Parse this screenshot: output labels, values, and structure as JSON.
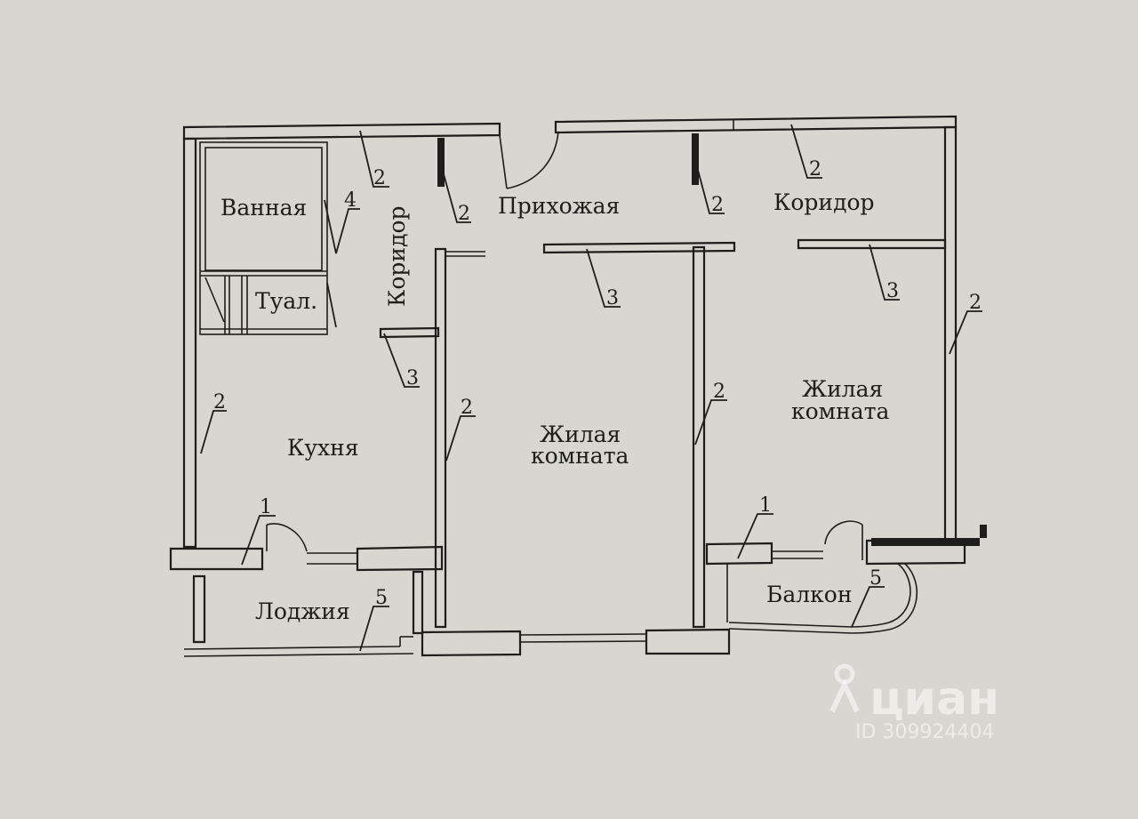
{
  "rooms": {
    "bath": "Ванная",
    "toilet": "Туал.",
    "corridor_left": "Коридор",
    "hall": "Прихожая",
    "corridor_right": "Коридор",
    "kitchen": "Кухня",
    "living_center_1": "Жилая",
    "living_center_2": "комната",
    "living_right_1": "Жилая",
    "living_right_2": "комната",
    "loggia": "Лоджия",
    "balcony": "Балкон"
  },
  "callouts": {
    "c_top_left": "2",
    "c_bath": "4",
    "c_hall_left": "2",
    "c_hall_right": "2",
    "c_top_right": "2",
    "c_center_top": "3",
    "c_right_top": "3",
    "c_corridor": "3",
    "c_kitchen_wall": "2",
    "c_center_left": "2",
    "c_center_right": "2",
    "c_right_wall": "2",
    "c_kitchen_door": "1",
    "c_balcony_door": "1",
    "c_loggia": "5",
    "c_balcony": "5"
  },
  "watermark": {
    "brand": "циан",
    "id": "ID 309924404"
  }
}
